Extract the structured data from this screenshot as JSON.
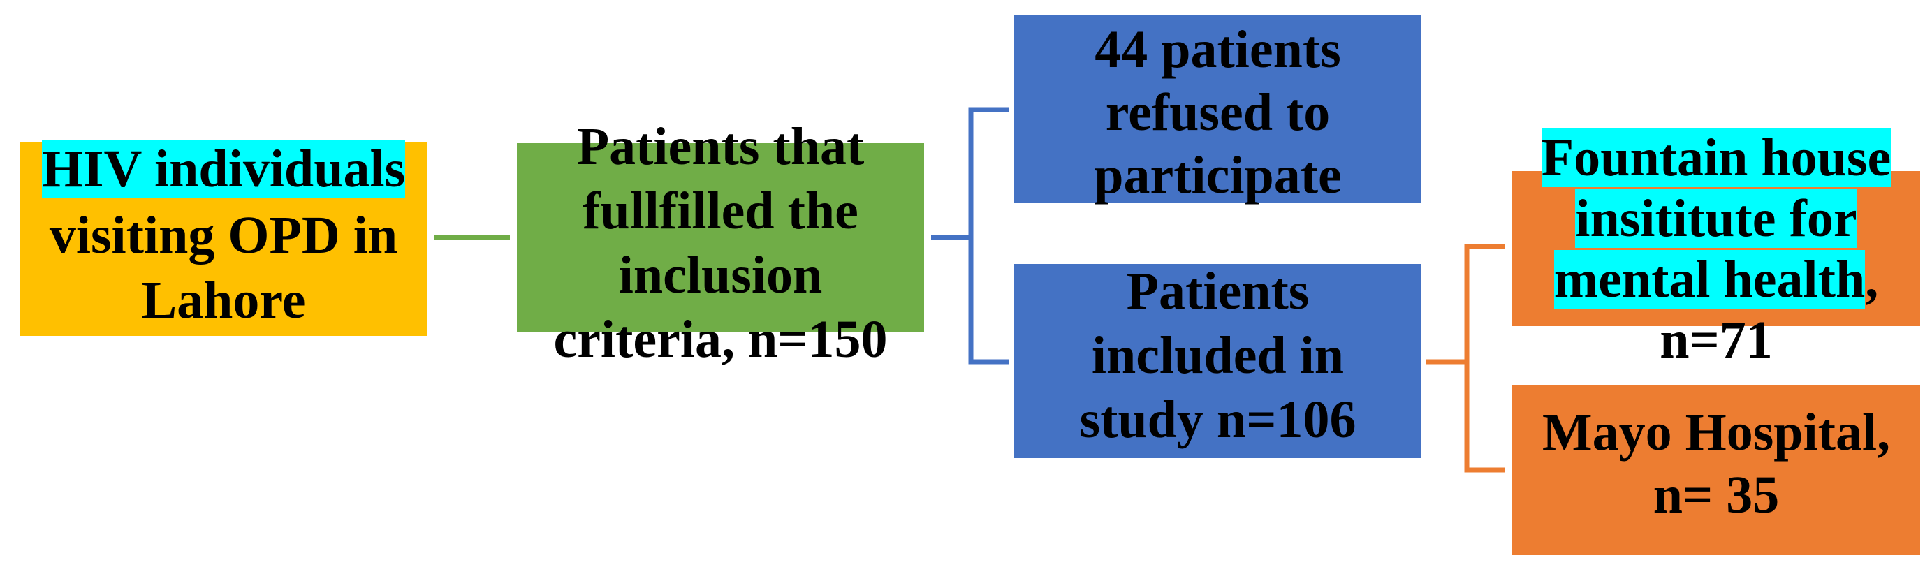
{
  "colors": {
    "yellow_box": "#ffc000",
    "green_box": "#70ad47",
    "blue_box": "#4472c4",
    "orange_box": "#ed7d31",
    "highlight": "#00ffff",
    "green_line": "#70ad47",
    "blue_line": "#4472c4",
    "orange_line": "#ed7d31"
  },
  "nodes": {
    "hiv": {
      "line1": "HIV individuals",
      "line2": "visiting OPD in",
      "line3": "Lahore"
    },
    "inclusion": {
      "line1": "Patients that",
      "line2": "fullfilled the",
      "line3": "inclusion",
      "line4": "criteria, n=150"
    },
    "refused": {
      "line1": "44 patients",
      "line2": "refused to",
      "line3": "participate"
    },
    "included": {
      "line1": "Patients",
      "line2": "included in",
      "line3": "study n=106"
    },
    "fountain": {
      "line1": "Fountain house",
      "line2": "insititute for",
      "line3": "mental health",
      "line3_comma": ",",
      "line4": "n=71"
    },
    "mayo": {
      "line1": "Mayo Hospital,",
      "line2": "n= 35"
    }
  }
}
